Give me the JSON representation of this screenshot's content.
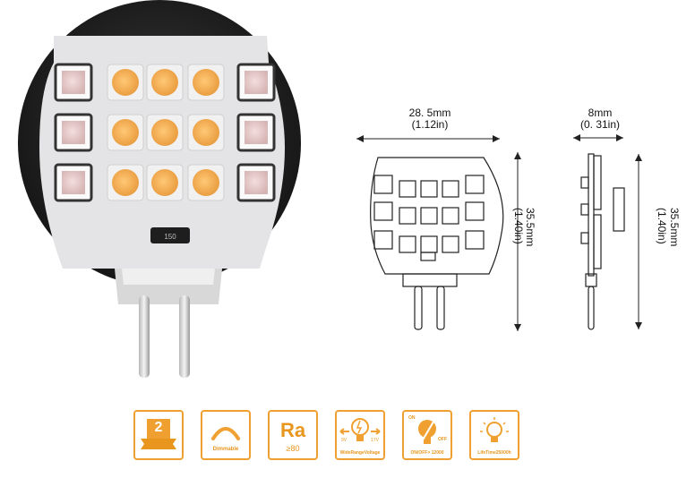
{
  "product_photo": {
    "resistor_marking": "150"
  },
  "front_drawing": {
    "width_mm": "28. 5mm",
    "width_in": "(1.12in)",
    "height_mm": "35.5mm",
    "height_in": "(1.40in)"
  },
  "side_drawing": {
    "depth_mm": "8mm",
    "depth_in": "(0. 31in)",
    "height_mm": "35.5mm",
    "height_in": "(1.40in)"
  },
  "feature_icons": [
    {
      "id": "warranty",
      "icon": "warranty-badge-icon",
      "big": "2",
      "caption": ""
    },
    {
      "id": "dimmable",
      "icon": "dimmable-arc-icon",
      "big": "",
      "caption": "Dimmable"
    },
    {
      "id": "ra",
      "icon": "ra-index-icon",
      "big": "Ra",
      "caption": "≥80"
    },
    {
      "id": "voltage",
      "icon": "bulb-voltage-icon",
      "big": "",
      "caption": "WideRangeVoltage",
      "low": "9V",
      "high": "17V"
    },
    {
      "id": "onoff",
      "icon": "bulb-switch-icon",
      "big": "",
      "caption": "ON/OFF> 12000",
      "on": "ON",
      "off": "OFF"
    },
    {
      "id": "lifetime",
      "icon": "bulb-rays-icon",
      "big": "",
      "caption": "LifeTime25000h"
    }
  ],
  "colors": {
    "accent": "#f0a030",
    "led_warm": "#f5b05a",
    "led_pink": "#e8c8c8",
    "board": "#e6e6e8"
  }
}
